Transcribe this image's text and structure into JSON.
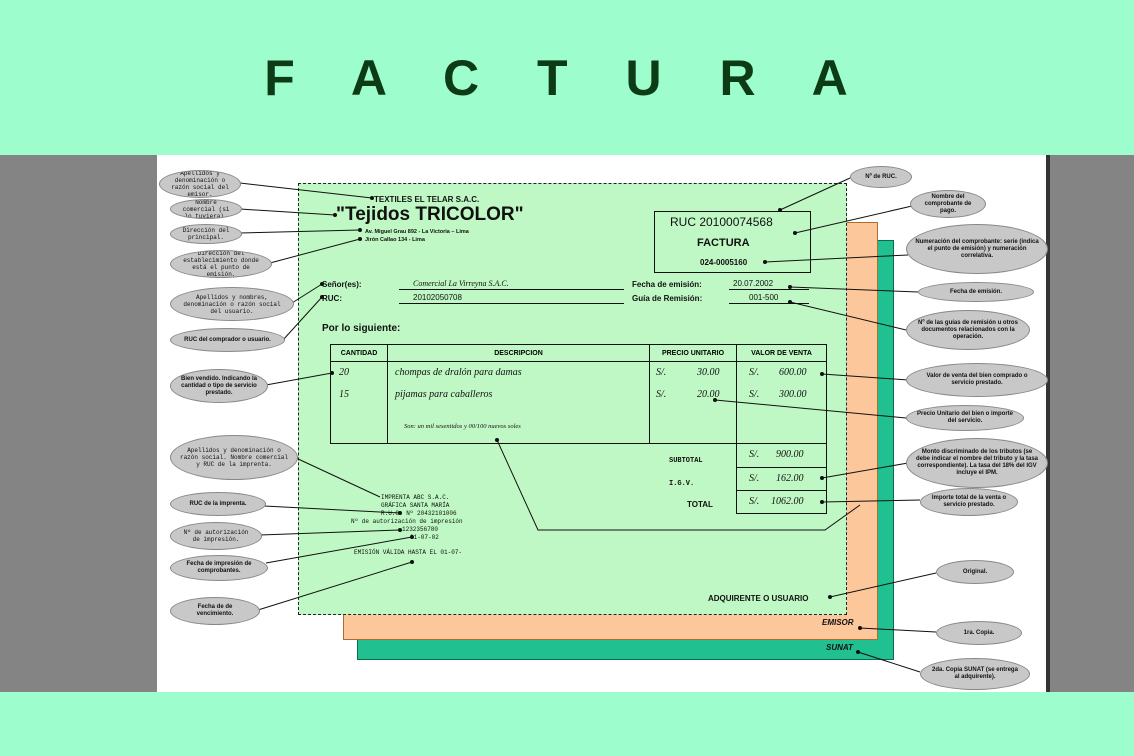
{
  "slide": {
    "title": "F A C T U R A"
  },
  "issuer": {
    "company_name": "TEXTILES EL TELAR S.A.C.",
    "trade_name": "\"Tejidos TRICOLOR\"",
    "address_main": "Av. Miguel Grau 892 -  La Victoria – Lima",
    "address_branch": "Jirón Callao 134 - Lima"
  },
  "ruc_box": {
    "ruc": "RUC 20100074568",
    "doc_type": "FACTURA",
    "number": "024-0005160"
  },
  "customer": {
    "label_name": "Señor(es):",
    "name": "Comercial La Virreyna S.A.C.",
    "label_ruc": "RUC:",
    "ruc": "20102050708",
    "label_date": "Fecha de emisión:",
    "date": "20.07.2002",
    "label_guide": "Guía de Remisión:",
    "guide": "001-500"
  },
  "body": {
    "intro": "Por lo siguiente:"
  },
  "table": {
    "headers": [
      "CANTIDAD",
      "DESCRIPCION",
      "PRECIO UNITARIO",
      "VALOR DE VENTA"
    ],
    "rows": [
      {
        "qty": "20",
        "desc": "chompas de dralón para damas",
        "cur1": "S/.",
        "unit": "30.00",
        "cur2": "S/.",
        "value": "600.00"
      },
      {
        "qty": "15",
        "desc": "pijamas para caballeros",
        "cur1": "S/.",
        "unit": "20.00",
        "cur2": "S/.",
        "value": "300.00"
      }
    ],
    "amount_in_words": "Son: un mil sesentidos y 00/100 nuevos soles"
  },
  "totals": {
    "subtotal_label": "SUBTOTAL",
    "subtotal_cur": "S/.",
    "subtotal": "900.00",
    "igv_label": "I.G.V.",
    "igv_cur": "S/.",
    "igv": "162.00",
    "total_label": "TOTAL",
    "total_cur": "S/.",
    "total": "1062.00"
  },
  "printer": {
    "line1": "IMPRENTA ABC S.A.C.",
    "line2": "GRÁFICA SANTA MARÍA",
    "line3": "R.U.C. Nº 20432101006",
    "line4": "Nº de autorización de impresión",
    "line5": "1232356780",
    "line6": "01-07-02",
    "line7": "EMISIÓN VÁLIDA HASTA EL 01-07-"
  },
  "copies": {
    "original": "ADQUIRENTE O USUARIO",
    "copy1": "EMISOR",
    "copy2": "SUNAT"
  },
  "callouts_left": [
    "Apellidos y denominación o razón social del emisor.",
    "Nombre comercial (si lo tuviera).",
    "Dirección del principal.",
    "Dirección del establecimiento donde está el punto de emisión.",
    "Apellidos y nombres, denominación o razón social del usuario.",
    "RUC del comprador o usuario.",
    "Bien vendido. Indicando la cantidad o tipo de servicio prestado.",
    "Apellidos y denominación o razón social. Nombre comercial y RUC de la imprenta.",
    "RUC de la imprenta.",
    "Nº de autorización de impresión.",
    "Fecha de impresión de comprobantes.",
    "Fecha de de vencimiento."
  ],
  "callouts_right": [
    "Nº de RUC.",
    "Nombre del comprobante de pago.",
    "Numeración del comprobante: serie (indica el punto de emisión) y numeración correlativa.",
    "Fecha de emisión.",
    "Nº de las guías de remisión u otros documentos relacionados con la operación.",
    "Valor de venta del bien comprado o servicio prestado.",
    "Precio Unitario del bien o importe del servicio.",
    "Monto discriminado de los tributos (se debe indicar el nombre del tributo y la tasa correspondiente). La tasa del 18% del IGV incluye el IPM.",
    "Importe total de la venta o servicio prestado.",
    "Original.",
    "1ra. Copia.",
    "2da. Copia SUNAT (se entrega al adquirente)."
  ]
}
